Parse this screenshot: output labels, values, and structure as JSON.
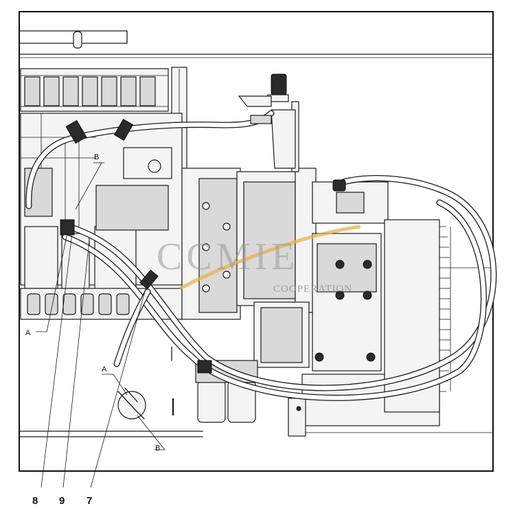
{
  "callouts": {
    "a_top": "A",
    "b_top": "B",
    "a_bottom": "A",
    "b_bottom": "B"
  },
  "part_numbers": [
    "8",
    "9",
    "7"
  ],
  "watermark": {
    "main": "CCMIE",
    "sub": "COOPERATION",
    "accent_color": "#e8b14a"
  },
  "colors": {
    "line": "#1a1a1a",
    "background": "#ffffff",
    "watermark_text": "#9a9a9a"
  }
}
